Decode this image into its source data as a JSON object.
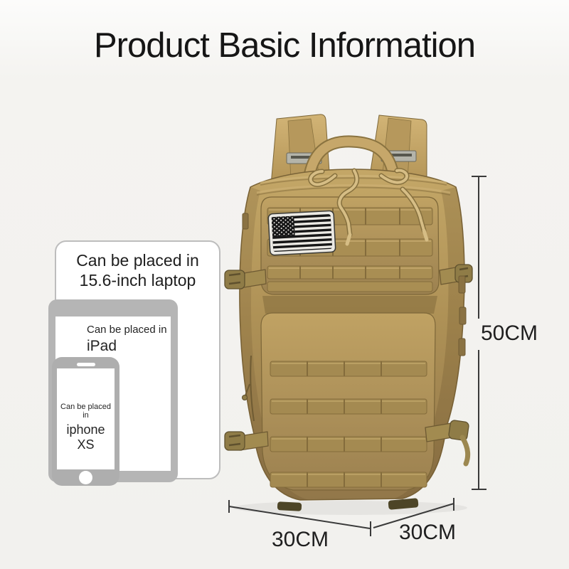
{
  "title": "Product Basic Information",
  "device_compare": {
    "laptop": {
      "line1": "Can be placed in",
      "line2": "15.6-inch laptop"
    },
    "ipad": {
      "line1": "Can be placed in",
      "line2": "iPad"
    },
    "iphone": {
      "line1": "Can be placed in",
      "line2": "iphone XS"
    }
  },
  "dimensions": {
    "height_label": "50CM",
    "bottom_left_label": "30CM",
    "bottom_right_label": "30CM"
  },
  "illustration": {
    "subject": "tan tactical MOLLE backpack",
    "patch": "black and white US flag patch"
  },
  "colors": {
    "page_background": "#f4f3f0",
    "title_text": "#161616",
    "device_gray": "#b3b3b3",
    "device_screen_white": "#ffffff",
    "device_text": "#262626",
    "dimension_line": "#3a3a3a",
    "dimension_text": "#1f1f1f",
    "backpack_tan": "#b2945a",
    "backpack_tan_dark": "#8c7342",
    "backpack_tan_light": "#c9ab6e",
    "webbing_olive": "#a48a51",
    "flag_black": "#161616",
    "flag_white": "#eceae4",
    "foot_dark": "#4d4527"
  }
}
